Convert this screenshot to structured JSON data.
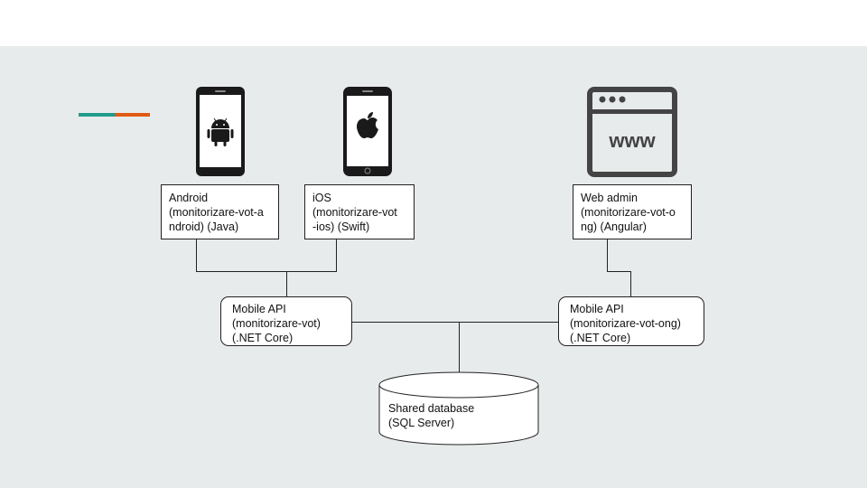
{
  "nodes": {
    "android": {
      "lines": [
        "Android",
        "(monitorizare-vot-a",
        "ndroid) (Java)"
      ]
    },
    "ios": {
      "lines": [
        "iOS",
        "(monitorizare-vot",
        "-ios) (Swift)"
      ]
    },
    "web_admin": {
      "lines": [
        "Web admin",
        "(monitorizare-vot-o",
        "ng) (Angular)"
      ]
    },
    "mobile_api": {
      "lines": [
        "Mobile API",
        "(monitorizare-vot)",
        "(.NET Core)"
      ]
    },
    "ngo_api": {
      "lines": [
        "Mobile API",
        "(monitorizare-vot-ong)",
        "(.NET Core)"
      ]
    },
    "database": {
      "lines": [
        "Shared database",
        "(SQL Server)"
      ]
    }
  },
  "icons": {
    "android": "android-phone-icon",
    "ios": "apple-phone-icon",
    "web": "www-browser-icon"
  },
  "colors": {
    "background": "#e8ebec",
    "accent_teal": "#1f9c8c",
    "accent_orange": "#e05a12",
    "stroke": "#222222"
  }
}
